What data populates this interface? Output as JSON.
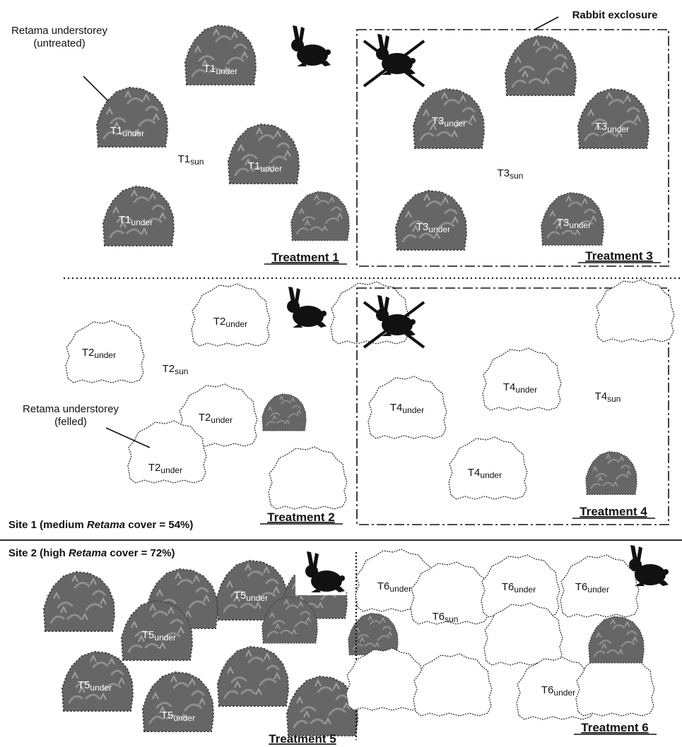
{
  "annotations": {
    "untreated_line1": "Retama understorey",
    "untreated_line2": "(untreated)",
    "felled_line1": "Retama understorey",
    "felled_line2": "(felled)",
    "exclosure": "Rabbit exclosure"
  },
  "labels": {
    "under_suffix": "under",
    "sun_suffix": "sun",
    "T1": "T1",
    "T2": "T2",
    "T3": "T3",
    "T4": "T4",
    "T5": "T5",
    "T6": "T6"
  },
  "treatments": {
    "t1": "Treatment 1",
    "t2": "Treatment 2",
    "t3": "Treatment 3",
    "t4": "Treatment 4",
    "t5": "Treatment 5",
    "t6": "Treatment 6"
  },
  "sites": {
    "site1_prefix": "Site 1 (medium ",
    "site1_italic": "Retama",
    "site1_suffix": " cover = 54%)",
    "site2_prefix": "Site 2 (high ",
    "site2_italic": "Retama",
    "site2_suffix": " cover = 72%)"
  },
  "colors": {
    "shrub_fill": "#6b6b6b",
    "shrub_leaf": "#8d8d8d",
    "felled_stroke": "#222222",
    "rabbit": "#111111"
  },
  "icons": [
    "shrub-icon",
    "felled-shrub-icon",
    "rabbit-icon",
    "crossed-rabbit-icon"
  ]
}
